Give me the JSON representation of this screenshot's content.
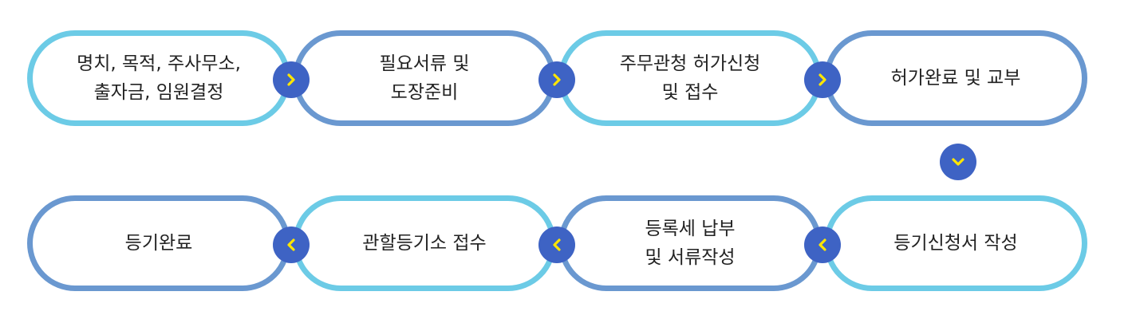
{
  "colors": {
    "border_light": "#6ccbe6",
    "border_dark": "#6a98d0",
    "arrow_fill": "#3e63c4",
    "arrow_glyph": "#ffe600"
  },
  "steps": [
    {
      "label": "명치, 목적, 주사무소,\n출자금, 임원결정"
    },
    {
      "label": "필요서류 및\n도장준비"
    },
    {
      "label": "주무관청 허가신청\n및 접수"
    },
    {
      "label": "허가완료 및 교부"
    },
    {
      "label": "등기신청서 작성"
    },
    {
      "label": "등록세 납부\n및 서류작성"
    },
    {
      "label": "관할등기소 접수"
    },
    {
      "label": "등기완료"
    }
  ],
  "arrows": [
    {
      "icon": "chevron-right-icon"
    },
    {
      "icon": "chevron-right-icon"
    },
    {
      "icon": "chevron-right-icon"
    },
    {
      "icon": "chevron-down-icon"
    },
    {
      "icon": "chevron-left-icon"
    },
    {
      "icon": "chevron-left-icon"
    },
    {
      "icon": "chevron-left-icon"
    }
  ]
}
